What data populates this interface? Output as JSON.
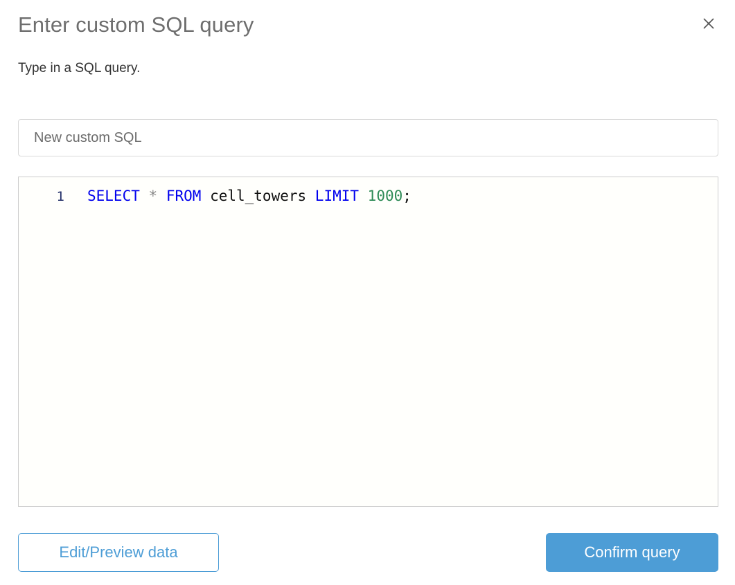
{
  "dialog": {
    "title": "Enter custom SQL query",
    "subtitle": "Type in a SQL query.",
    "close_icon": "close-icon"
  },
  "name_field": {
    "value": "New custom SQL",
    "placeholder": "New custom SQL"
  },
  "editor": {
    "line_number": "1",
    "full_text": "SELECT * FROM cell_towers LIMIT 1000;",
    "tokens": [
      {
        "text": "SELECT",
        "type": "keyword"
      },
      {
        "text": " ",
        "type": "plain"
      },
      {
        "text": "*",
        "type": "operator"
      },
      {
        "text": " ",
        "type": "plain"
      },
      {
        "text": "FROM",
        "type": "keyword"
      },
      {
        "text": " ",
        "type": "plain"
      },
      {
        "text": "cell_towers",
        "type": "identifier"
      },
      {
        "text": " ",
        "type": "plain"
      },
      {
        "text": "LIMIT",
        "type": "keyword"
      },
      {
        "text": " ",
        "type": "plain"
      },
      {
        "text": "1000",
        "type": "number"
      },
      {
        "text": ";",
        "type": "punct"
      }
    ]
  },
  "footer": {
    "secondary_label": "Edit/Preview data",
    "primary_label": "Confirm query"
  },
  "colors": {
    "accent": "#4d9dd6",
    "title_text": "#6e6e6e",
    "body_text": "#333333",
    "keyword": "#0000ee",
    "number": "#2e8b57",
    "operator": "#888888",
    "line_number": "#27336b",
    "editor_bg": "#fffffc",
    "border": "#cccccc"
  }
}
